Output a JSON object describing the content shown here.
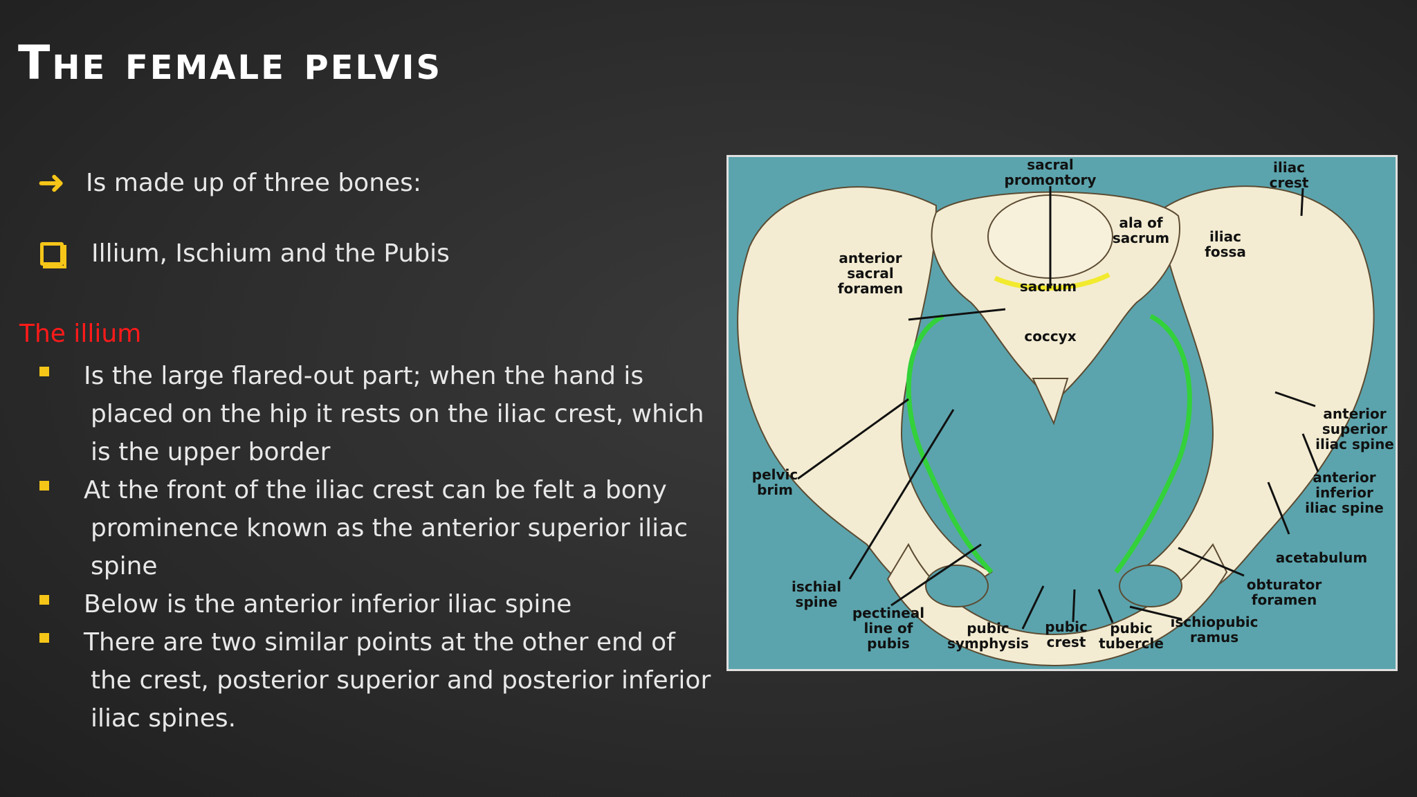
{
  "slide": {
    "title": "The female pelvis",
    "intro": {
      "arrow_icon": "right-arrow-icon",
      "text": "Is made up of three bones:"
    },
    "bones": {
      "checkbox_icon": "square-checkbox-icon",
      "text": "Illium, Ischium and the Pubis"
    },
    "section_heading": "The illium",
    "bullets": [
      "Is the large flared-out part; when the hand is placed on the hip it rests on the iliac crest, which is the upper border",
      "At the front of the iliac crest can be felt a bony prominence known as the anterior superior iliac spine",
      "Below is the anterior inferior iliac spine",
      "There are two similar points at the other end of the crest, posterior superior and posterior inferior iliac spines."
    ]
  },
  "diagram": {
    "labels": {
      "sacral_promontory_1": "sacral",
      "sacral_promontory_2": "promontory",
      "iliac_crest_1": "iliac",
      "iliac_crest_2": "crest",
      "ala_1": "ala of",
      "ala_2": "sacrum",
      "iliac_fossa_1": "iliac",
      "iliac_fossa_2": "fossa",
      "ant_sacral_1": "anterior",
      "ant_sacral_2": "sacral",
      "ant_sacral_3": "foramen",
      "sacrum": "sacrum",
      "coccyx": "coccyx",
      "asis_1": "anterior",
      "asis_2": "superior",
      "asis_3": "iliac spine",
      "aiis_1": "anterior",
      "aiis_2": "inferior",
      "aiis_3": "iliac spine",
      "pelvic_brim_1": "pelvic",
      "pelvic_brim_2": "brim",
      "acetabulum": "acetabulum",
      "obturator_1": "obturator",
      "obturator_2": "foramen",
      "ischial_1": "ischial",
      "ischial_2": "spine",
      "pectineal_1": "pectineal",
      "pectineal_2": "line of",
      "pectineal_3": "pubis",
      "symphysis_1": "pubic",
      "symphysis_2": "symphysis",
      "pubic_crest_1": "pubic",
      "pubic_crest_2": "crest",
      "tubercle_1": "pubic",
      "tubercle_2": "tubercle",
      "ischiopubic_1": "ischiopubic",
      "ischiopubic_2": "ramus"
    }
  }
}
